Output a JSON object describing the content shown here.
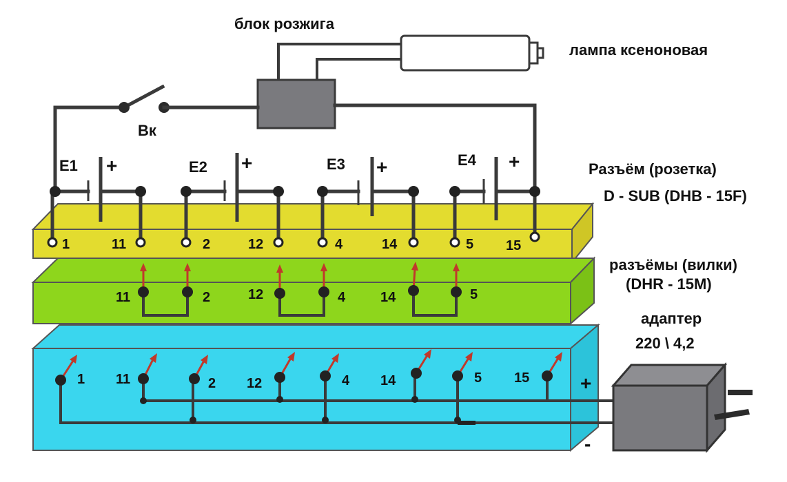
{
  "labels": {
    "igniter": "блок розжига",
    "lamp": "лампа ксеноновая",
    "switch": "Вк",
    "socket_title": "Разъём (розетка)",
    "socket_model": "D - SUB (DHB - 15F)",
    "plug_title": "разъёмы (вилки)",
    "plug_model": "(DHR - 15M)",
    "adapter_title": "адаптер",
    "adapter_model": "220 \\ 4,2",
    "plus": "+",
    "minus": "-"
  },
  "cells": [
    {
      "name": "E1",
      "sign": "+"
    },
    {
      "name": "E2",
      "sign": "+"
    },
    {
      "name": "E3",
      "sign": "+"
    },
    {
      "name": "E4",
      "sign": "+"
    }
  ],
  "socket_pins": [
    "1",
    "11",
    "2",
    "12",
    "4",
    "14",
    "5",
    "15"
  ],
  "plug_pins": [
    "11",
    "2",
    "12",
    "4",
    "14",
    "5"
  ],
  "adapter_pins": [
    "1",
    "11",
    "2",
    "12",
    "4",
    "14",
    "5",
    "15"
  ],
  "colors": {
    "socket": "#e3dc2f",
    "plug": "#8ed61c",
    "adapter_board": "#3ad6ee",
    "box": "#7a7a7e",
    "wire": "#3a3a3a",
    "arrow": "#c0392b"
  }
}
